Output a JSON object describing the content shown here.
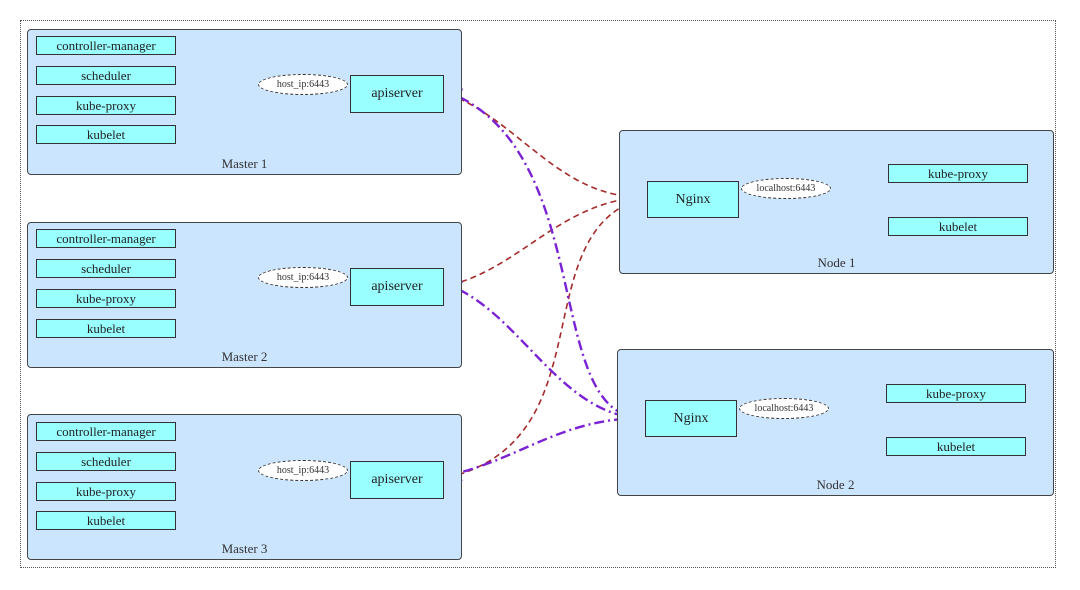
{
  "masters": [
    {
      "label": "Master 1",
      "components": [
        "controller-manager",
        "scheduler",
        "kube-proxy",
        "kubelet"
      ],
      "edge_label": "host_ip:6443",
      "apiserver": "apiserver"
    },
    {
      "label": "Master 2",
      "components": [
        "controller-manager",
        "scheduler",
        "kube-proxy",
        "kubelet"
      ],
      "edge_label": "host_ip:6443",
      "apiserver": "apiserver"
    },
    {
      "label": "Master 3",
      "components": [
        "controller-manager",
        "scheduler",
        "kube-proxy",
        "kubelet"
      ],
      "edge_label": "host_ip:6443",
      "apiserver": "apiserver"
    }
  ],
  "nodes": [
    {
      "label": "Node 1",
      "components": [
        "kube-proxy",
        "kubelet"
      ],
      "edge_label": "localhost:6443",
      "proxy": "Nginx"
    },
    {
      "label": "Node 2",
      "components": [
        "kube-proxy",
        "kubelet"
      ],
      "edge_label": "localhost:6443",
      "proxy": "Nginx"
    }
  ],
  "colors": {
    "cluster_fill": "#cce5ff",
    "component_fill": "#99ffff",
    "node1_links": "#a52a2a",
    "node2_links": "#7b22d4"
  }
}
